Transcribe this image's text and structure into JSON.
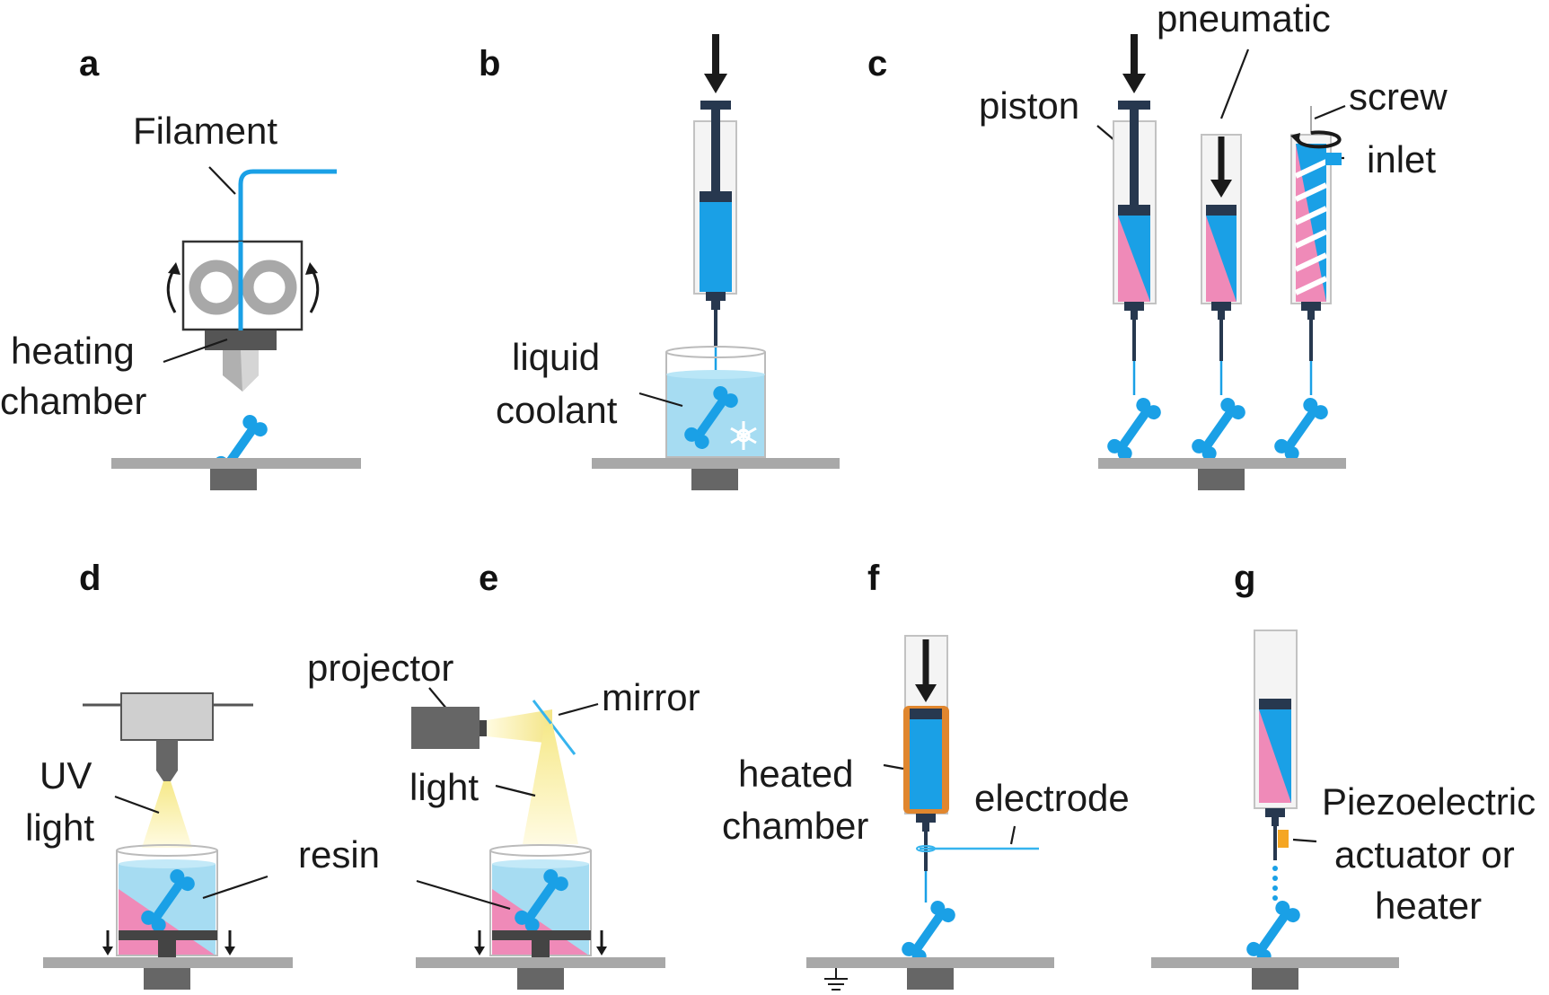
{
  "panels": {
    "a": {
      "letter": "a",
      "filament": "Filament",
      "heating_1": "heating",
      "heating_2": "chamber"
    },
    "b": {
      "letter": "b",
      "coolant_1": "liquid",
      "coolant_2": "coolant"
    },
    "c": {
      "letter": "c",
      "piston": "piston",
      "pneumatic": "pneumatic",
      "screw": "screw",
      "inlet": "inlet"
    },
    "d": {
      "letter": "d",
      "uv_1": "UV",
      "uv_2": "light",
      "resin": "resin"
    },
    "e": {
      "letter": "e",
      "projector": "projector",
      "mirror": "mirror",
      "light": "light"
    },
    "f": {
      "letter": "f",
      "heated_1": "heated",
      "heated_2": "chamber",
      "electrode": "electrode"
    },
    "g": {
      "letter": "g",
      "piezo_1": "Piezoelectric",
      "piezo_2": "actuator or",
      "piezo_3": "heater"
    }
  },
  "colors": {
    "ink": "#27384f",
    "material_blue": "#1aa0e6",
    "material_pink": "#ef8ab8",
    "coolant": "#a6dcf2",
    "gray": "#a8a8a8",
    "dark_gray": "#666666",
    "light_yellow": "#fbf2a6",
    "heater_orange": "#e0862e",
    "actuator_orange": "#f5a623"
  }
}
